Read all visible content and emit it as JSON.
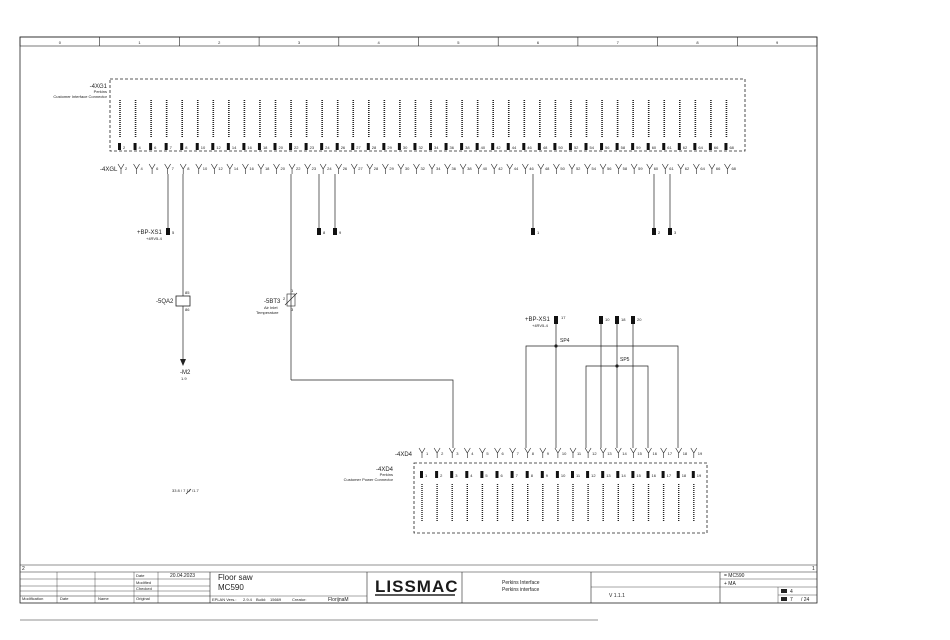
{
  "columns": [
    "0",
    "1",
    "2",
    "3",
    "4",
    "5",
    "6",
    "7",
    "8",
    "9"
  ],
  "rows": {
    "top": "1",
    "bottom": "2"
  },
  "xg1_box": {
    "tag": "-4XG1",
    "maker": "Perkins",
    "title": "Customer Interface Connector"
  },
  "xg1_pins": [
    "2",
    "4",
    "6",
    "7",
    "8",
    "10",
    "12",
    "14",
    "16",
    "18",
    "20",
    "22",
    "23",
    "24",
    "26",
    "27",
    "28",
    "29",
    "30",
    "32",
    "34",
    "36",
    "38",
    "40",
    "42",
    "44",
    "46",
    "48",
    "50",
    "52",
    "54",
    "56",
    "58",
    "59",
    "60",
    "61",
    "62",
    "64",
    "66",
    "68"
  ],
  "xg1_terminal_tag": "-4XGL",
  "xg1_terminals": [
    "2",
    "4",
    "6",
    "7",
    "8",
    "10",
    "12",
    "14",
    "16",
    "18",
    "20",
    "22",
    "23",
    "24",
    "26",
    "27",
    "28",
    "29",
    "30",
    "32",
    "34",
    "36",
    "38",
    "40",
    "42",
    "44",
    "46",
    "48",
    "50",
    "52",
    "54",
    "56",
    "58",
    "59",
    "60",
    "61",
    "62",
    "64",
    "66",
    "68"
  ],
  "bp_xs1_top": {
    "tag": "+BP-XS1",
    "sub": "+4RV5-4",
    "pin": "5"
  },
  "pin_8": "8",
  "pin_9": "9",
  "pin_1": "1",
  "pin_2": "2",
  "pin_3": "3",
  "sqa2": {
    "tag": "-5QA2",
    "t1": "85",
    "t2": "86"
  },
  "m2": {
    "tag": "-M2",
    "sub": "1.9"
  },
  "sbt3": {
    "tag": "-5BT3",
    "l1": "Air Inlet",
    "l2": "Temperature",
    "p1": "1",
    "p2": "2",
    "p3": "3"
  },
  "bp_xs1_mid": {
    "tag": "+BP-XS1",
    "sub": "+4RV5-4",
    "pin": "17"
  },
  "pins_top_right": [
    "10",
    "18",
    "20"
  ],
  "sp4": "SP4",
  "sp5": "SP5",
  "xd4_terminal_tag": "-4XD4",
  "xd4_terminals": [
    "1",
    "2",
    "3",
    "4",
    "5",
    "6",
    "7",
    "8",
    "9",
    "10",
    "11",
    "12",
    "13",
    "14",
    "15",
    "16",
    "17",
    "18",
    "19"
  ],
  "xd4_box": {
    "tag": "-4XD4",
    "maker": "Perkins",
    "title": "Customer Power Connector"
  },
  "xd4_pins": [
    "1",
    "2",
    "3",
    "4",
    "5",
    "6",
    "7",
    "8",
    "9",
    "10",
    "11",
    "12",
    "13",
    "14",
    "15",
    "16",
    "17",
    "18",
    "19"
  ],
  "crossref": "33 8 / 7 17 /1.7",
  "title_block": {
    "date_label": "Date",
    "date": "20.04.2023",
    "modified_label": "Modified",
    "checked_label": "Checked",
    "original_label": "Original",
    "modification_label": "Modification",
    "date_col": "Date",
    "name_col": "Name",
    "title1": "Floor saw",
    "title2": "MC590",
    "eplan_label": "EPLAN Vers.:",
    "eplan_ver": "2.9.4",
    "build_label": "Build:",
    "build": "15669",
    "creator_label": "Creator:",
    "creator": "FlorijnaM",
    "logo": "LISSMAC",
    "desc1": "Perkins Interface",
    "desc2": "Perkins interface",
    "version": "V 1.1.1",
    "code1": "= MC590",
    "code2": "+ MA",
    "sheet": "4",
    "page": "7",
    "pages": "/ 24"
  }
}
